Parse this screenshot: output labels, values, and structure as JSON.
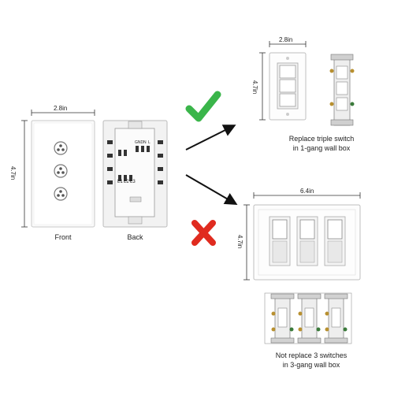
{
  "product": {
    "front_width": "2.8in",
    "front_height": "4.7in",
    "front_caption": "Front",
    "back_caption": "Back",
    "back_terminals": [
      "L1",
      "L2",
      "L3",
      "GND",
      "N",
      "L"
    ]
  },
  "compatible": {
    "status_icon": "checkmark-icon",
    "status_color": "#3ab54a",
    "width": "2.8in",
    "height": "4.7in",
    "caption_line1": "Replace triple switch",
    "caption_line2": "in 1-gang wall box"
  },
  "incompatible": {
    "status_icon": "cross-icon",
    "status_color": "#e02b1f",
    "width": "6.4in",
    "height": "4.7in",
    "caption_line1": "Not replace 3 switches",
    "caption_line2": "in 3-gang wall box"
  }
}
